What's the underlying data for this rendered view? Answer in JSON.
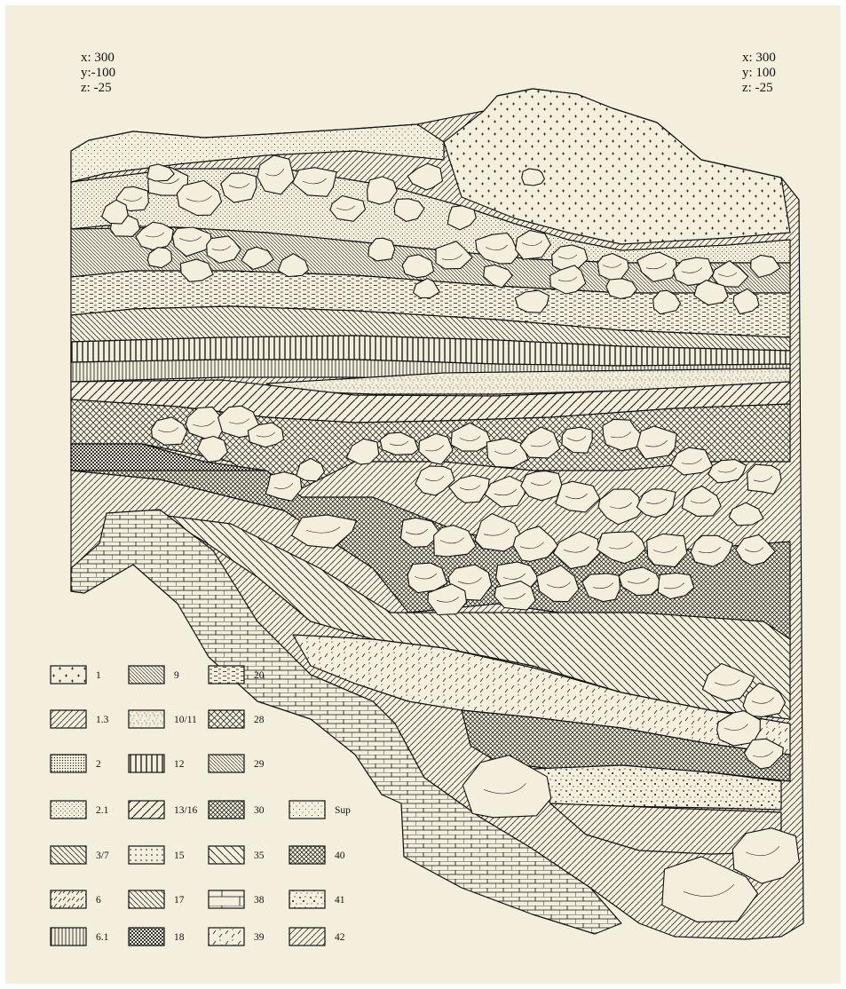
{
  "colors": {
    "paper": "#f3efdc",
    "ink": "#111111",
    "stone": "#f3efdc"
  },
  "coords": {
    "left": {
      "x": "x: 300",
      "y": "y:-100",
      "z": "z: -25"
    },
    "right": {
      "x": "x: 300",
      "y": "y: 100",
      "z": "z: -25"
    }
  },
  "legend": {
    "columns": [
      [
        {
          "label": "1",
          "pattern": "cross-sparse"
        },
        {
          "label": "1.3",
          "pattern": "diag-fwd"
        },
        {
          "label": "2",
          "pattern": "dots-dense"
        },
        {
          "label": "2.1",
          "pattern": "dots-fine"
        },
        {
          "label": "3/7",
          "pattern": "diag-back"
        },
        {
          "label": "6",
          "pattern": "dash-diag"
        },
        {
          "label": "6.1",
          "pattern": "vert"
        }
      ],
      [
        {
          "label": "9",
          "pattern": "diag-back-dense"
        },
        {
          "label": "10/11",
          "pattern": "stipple"
        },
        {
          "label": "12",
          "pattern": "vert-wide"
        },
        {
          "label": "13/16",
          "pattern": "diag-fwd-wide"
        },
        {
          "label": "15",
          "pattern": "dots-grid"
        },
        {
          "label": "17",
          "pattern": "diag-back"
        },
        {
          "label": "18",
          "pattern": "checker"
        }
      ],
      [
        {
          "label": "20",
          "pattern": "dash-horiz"
        },
        {
          "label": "28",
          "pattern": "crosshatch"
        },
        {
          "label": "29",
          "pattern": "diag-back-dense"
        },
        {
          "label": "30",
          "pattern": "crosshatch-dense"
        },
        {
          "label": "35",
          "pattern": "diag-back-wide"
        },
        {
          "label": "38",
          "pattern": "brick"
        },
        {
          "label": "39",
          "pattern": "dash-diag-sparse"
        }
      ],
      [
        {
          "label": "Sup",
          "pattern": "dots-fine-sparse"
        },
        {
          "label": "40",
          "pattern": "crosshatch-dense"
        },
        {
          "label": "41",
          "pattern": "stipple-coarse"
        },
        {
          "label": "42",
          "pattern": "diag-fwd"
        }
      ]
    ]
  }
}
